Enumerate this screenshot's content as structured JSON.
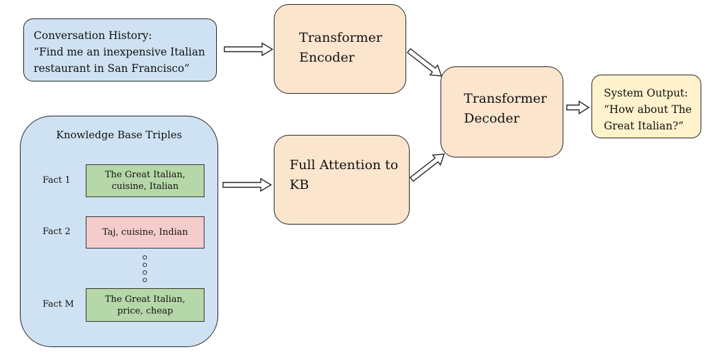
{
  "history": {
    "label": "Conversation History:",
    "utterance": "“Find me an inexpensive Italian\nrestaurant in San Francisco”"
  },
  "encoder": {
    "label": "Transformer\nEncoder"
  },
  "kb_attention": {
    "label": "Full Attention to\nKB"
  },
  "decoder": {
    "label": "Transformer\nDecoder"
  },
  "output": {
    "label": "System Output:",
    "utterance": "“How about The\nGreat Italian?”"
  },
  "knowledge_base": {
    "title": "Knowledge Base Triples",
    "facts": [
      {
        "label": "Fact 1",
        "triple": "The Great Italian,\ncuisine, Italian",
        "color": "#b6d7a8"
      },
      {
        "label": "Fact 2",
        "triple": "Taj, cuisine, Indian",
        "color": "#f4cccc"
      },
      {
        "label": "Fact M",
        "triple": "The Great Italian,\nprice, cheap",
        "color": "#b6d7a8"
      }
    ]
  },
  "colors": {
    "input_box": "#cfe2f3",
    "module_box": "#fce5cd",
    "output_box": "#fff2cc"
  }
}
